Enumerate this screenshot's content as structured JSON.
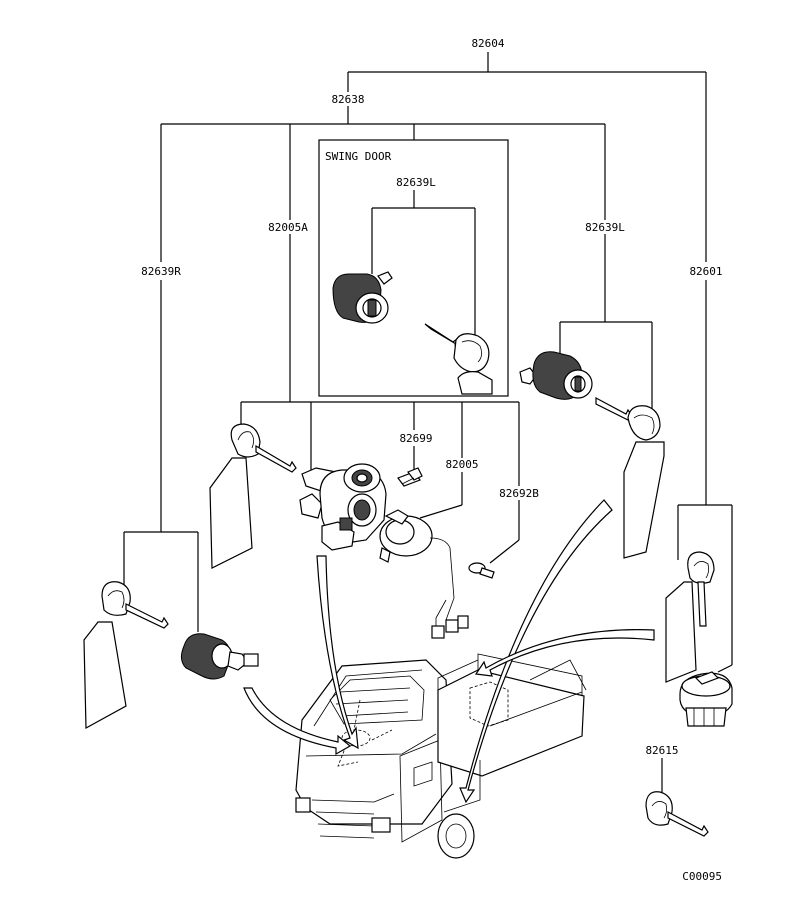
{
  "labels": {
    "top_assembly": "82604",
    "sub_assembly": "82638",
    "swing_door_title": "SWING DOOR",
    "swing_door_cylinder": "82639L",
    "ignition_set": "82005A",
    "right_door_cylinder": "82639R",
    "left_door_cylinder": "82639L",
    "fuel_cap": "82601",
    "bolt": "82699",
    "ignition_switch": "82005",
    "screw": "82692B",
    "key_blank": "82615",
    "diagram_code": "C00095"
  }
}
